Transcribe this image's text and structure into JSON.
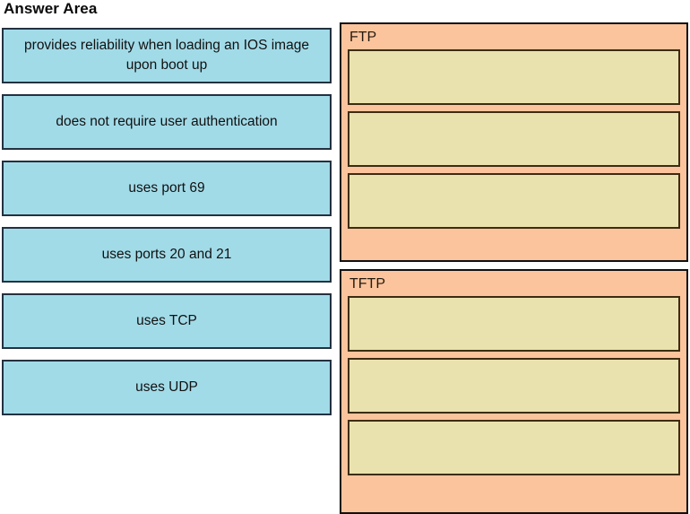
{
  "page": {
    "title": "Answer Area"
  },
  "colors": {
    "option_fill": "#a2dbe8",
    "option_border": "#233140",
    "panel_fill": "#fcc49c",
    "panel_border": "#101010",
    "slot_fill": "#eae2ae",
    "slot_border": "#3c2c12",
    "text": "#111111"
  },
  "options": [
    {
      "label": "provides reliability when loading an IOS image upon boot up"
    },
    {
      "label": "does not require user authentication"
    },
    {
      "label": "uses port 69"
    },
    {
      "label": "uses ports 20 and 21"
    },
    {
      "label": "uses TCP"
    },
    {
      "label": "uses UDP"
    }
  ],
  "targets": [
    {
      "label": "FTP",
      "slots": [
        {
          "value": ""
        },
        {
          "value": ""
        },
        {
          "value": ""
        }
      ]
    },
    {
      "label": "TFTP",
      "slots": [
        {
          "value": ""
        },
        {
          "value": ""
        },
        {
          "value": ""
        }
      ]
    }
  ]
}
